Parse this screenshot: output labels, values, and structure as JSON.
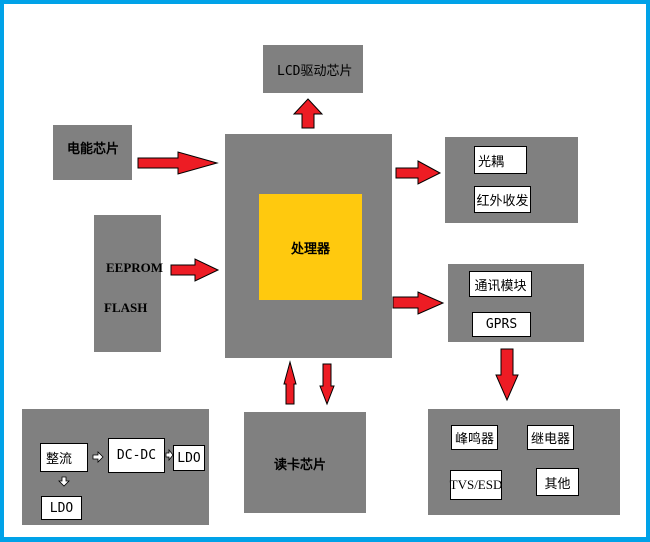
{
  "colors": {
    "frame": "#00a2e8",
    "block": "#808080",
    "processor": "#ffc90e",
    "arrow": "#ed1c24"
  },
  "lcd_block": {
    "label": "LCD驱动芯片"
  },
  "energy_block": {
    "label": "电能芯片"
  },
  "memory_block": {
    "line1": "EEPROM",
    "line2": "FLASH"
  },
  "processor_block": {
    "label": "处理器"
  },
  "isolation_block": {
    "items": [
      "光耦",
      "红外收发"
    ]
  },
  "comm_block": {
    "items": [
      "通讯模块",
      "GPRS"
    ]
  },
  "card_block": {
    "label": "读卡芯片"
  },
  "power_block": {
    "items": [
      "整流",
      "DC-DC",
      "LDO",
      "LDO"
    ]
  },
  "output_block": {
    "items": [
      "峰鸣器",
      "继电器",
      "TVS/ESD",
      "其他"
    ]
  },
  "arrows": [
    {
      "name": "energy-to-processor",
      "direction": "right"
    },
    {
      "name": "memory-to-processor",
      "direction": "right"
    },
    {
      "name": "processor-to-lcd",
      "direction": "up"
    },
    {
      "name": "processor-to-isolation",
      "direction": "right"
    },
    {
      "name": "processor-to-comm",
      "direction": "right"
    },
    {
      "name": "comm-to-output",
      "direction": "down"
    },
    {
      "name": "card-to-processor",
      "direction": "up"
    },
    {
      "name": "processor-to-card",
      "direction": "down"
    }
  ]
}
